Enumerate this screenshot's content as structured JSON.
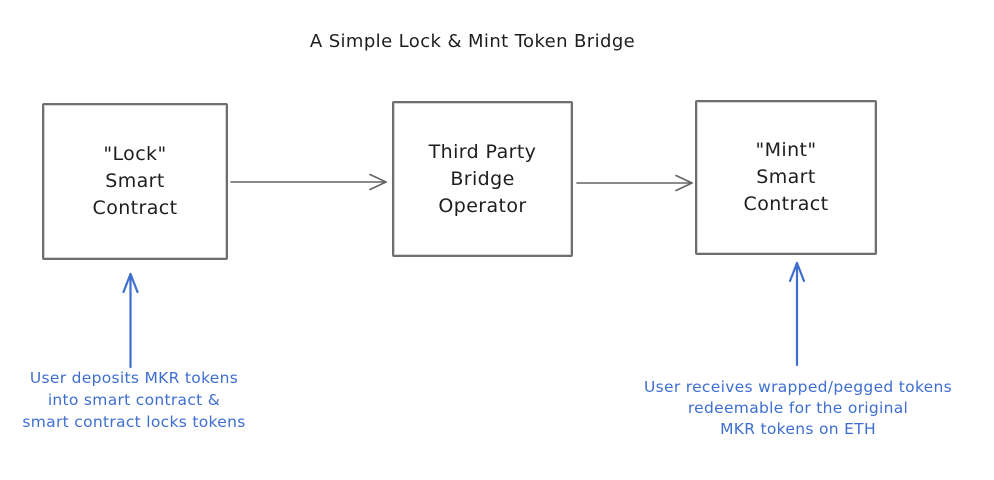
{
  "title": "A Simple Lock & Mint Token Bridge",
  "colors": {
    "ink": "#1e1e1e",
    "box_border": "#6e6e6e",
    "arrow": "#636363",
    "annotation": "#3e6fd0",
    "background": "#ffffff"
  },
  "nodes": [
    {
      "id": "lock-smart-contract",
      "lines": [
        "\"Lock\"",
        "Smart",
        "Contract"
      ]
    },
    {
      "id": "bridge-operator",
      "lines": [
        "Third Party",
        "Bridge",
        "Operator"
      ]
    },
    {
      "id": "mint-smart-contract",
      "lines": [
        "\"Mint\"",
        "Smart",
        "Contract"
      ]
    }
  ],
  "connectors": [
    {
      "id": "lock-to-bridge",
      "from": "lock-smart-contract",
      "to": "bridge-operator"
    },
    {
      "id": "bridge-to-mint",
      "from": "bridge-operator",
      "to": "mint-smart-contract"
    }
  ],
  "annotations": [
    {
      "id": "deposit-note",
      "target": "lock-smart-contract",
      "lines": [
        "User deposits MKR tokens",
        "into smart contract &",
        "smart contract locks tokens"
      ]
    },
    {
      "id": "receive-note",
      "target": "mint-smart-contract",
      "lines": [
        "User receives wrapped/pegged tokens",
        "redeemable for the original",
        "MKR tokens on ETH"
      ]
    }
  ]
}
